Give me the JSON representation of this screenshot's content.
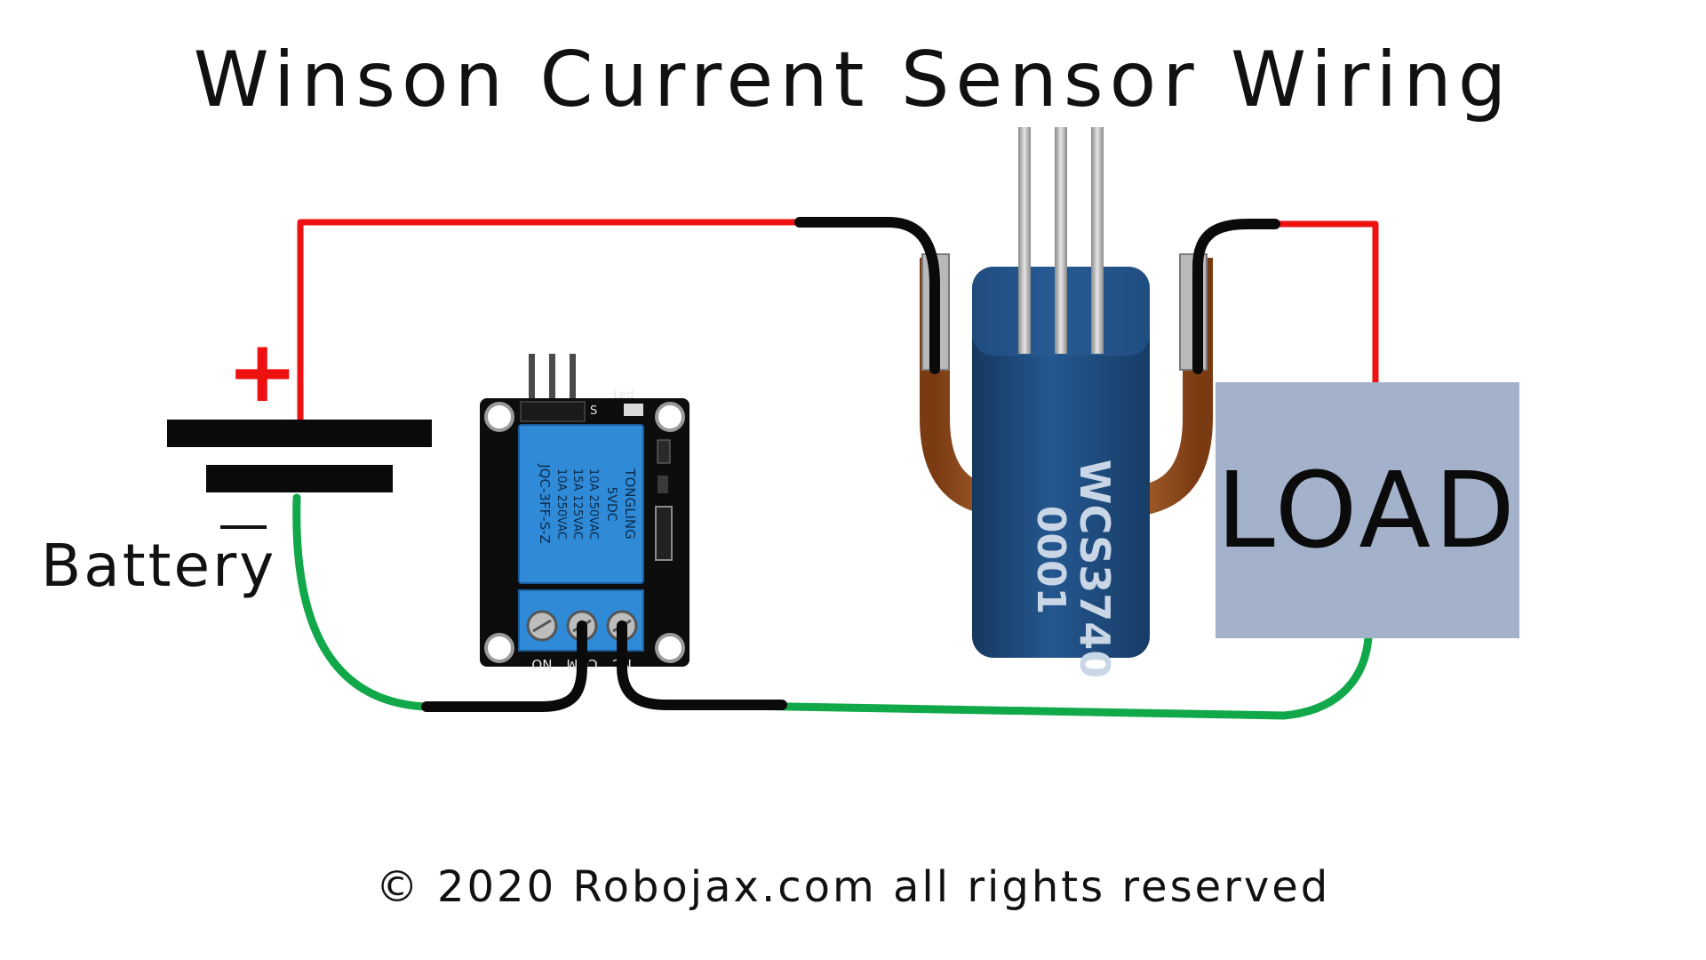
{
  "title": "Winson Current Sensor Wiring",
  "footer": "© 2020 Robojax.com all rights reserved",
  "battery": {
    "label": "Battery",
    "plus": "+"
  },
  "load": {
    "label": "LOAD"
  },
  "sensor": {
    "marking_line1": "WCS3740",
    "marking_line2": "0001"
  },
  "relay": {
    "brand": "TONGLING",
    "voltage": "5VDC",
    "rating1": "10A 250VAC",
    "rating2": "15A 125VAC",
    "rating3": "10A 250VAC",
    "model": "JQC-3FF-S-Z",
    "terminal_labels": [
      "NO",
      "COM",
      "NC"
    ],
    "pin_label": "S",
    "led_label": "Led"
  },
  "colors": {
    "positive_wire": "#ee1111",
    "negative_wire": "#11a84a",
    "lead_wire": "#0a0a0a",
    "load_box": "#a3b1cb",
    "sensor_body": "#1f4f86",
    "relay_board": "#0d0d0d",
    "relay_body": "#2f8ad8",
    "copper_bar": "#b5662c"
  }
}
